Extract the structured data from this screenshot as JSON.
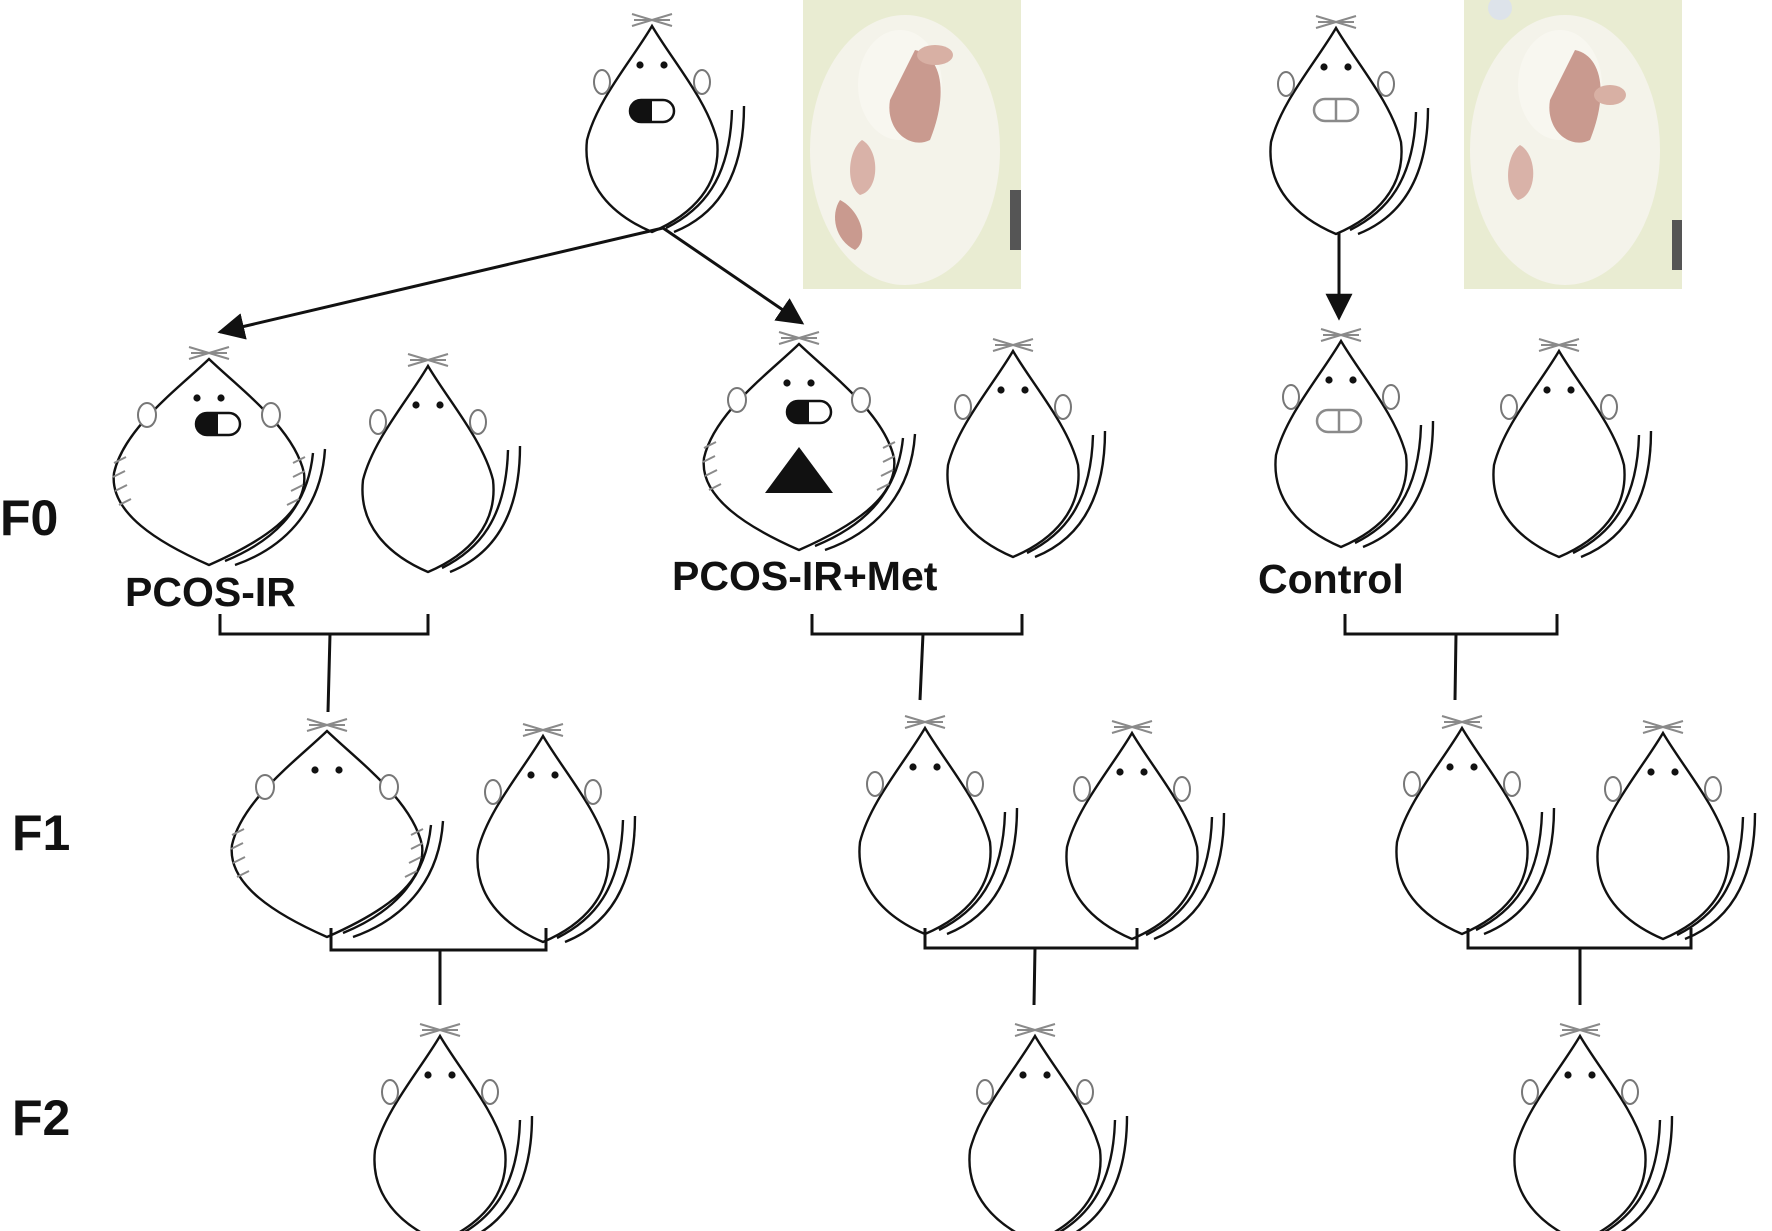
{
  "generations": [
    "F0",
    "F1",
    "F2"
  ],
  "groups": [
    "PCOS-IR",
    "PCOS-IR+Met",
    "Control"
  ],
  "colors": {
    "ink": "#111111",
    "whisker": "#8a8a8a",
    "fur": "#f1efe4",
    "skin": "#c99a8f",
    "bg_photo": "#e9ecd2"
  },
  "icons": [
    "rat-icon",
    "capsule-icon",
    "triangle-icon",
    "photo-rat-icon"
  ]
}
